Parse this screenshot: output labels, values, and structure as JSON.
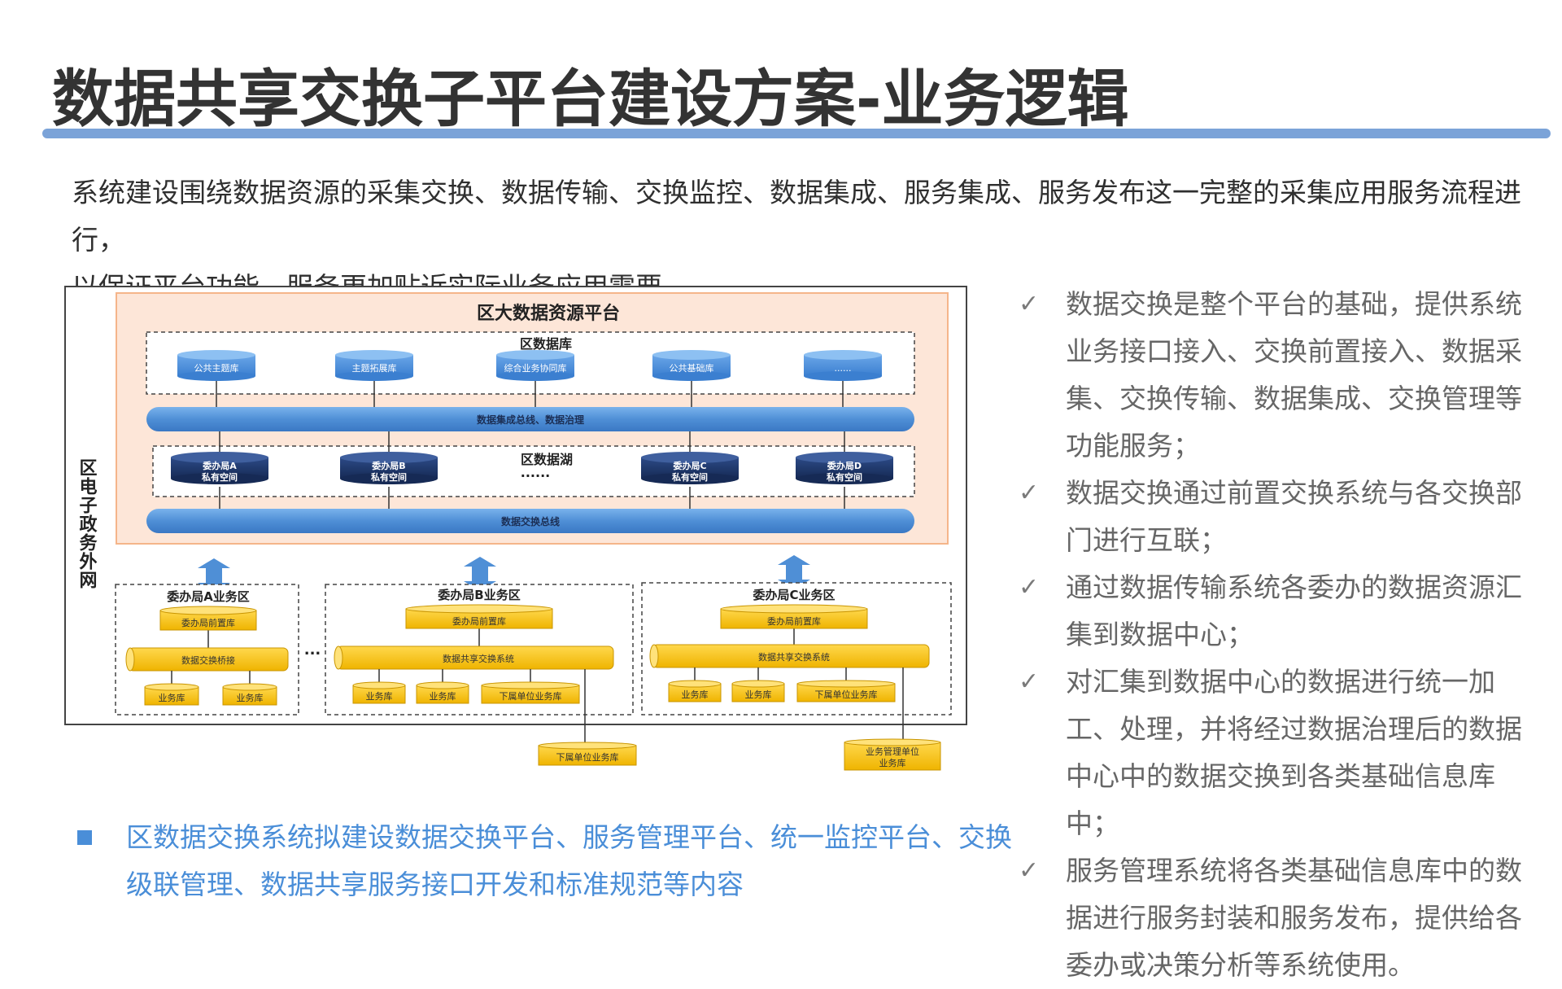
{
  "page": {
    "title": "数据共享交换子平台建设方案-业务逻辑",
    "intro_line1": "系统建设围绕数据资源的采集交换、数据传输、交换监控、数据集成、服务集成、服务发布这一完整的采集应用服务流程进行，",
    "intro_line2": "以保证平台功能、服务更加贴近实际业务应用需要。",
    "bottom_note": "区数据交换系统拟建设数据交换平台、服务管理平台、统一监控平台、交换级联管理、数据共享服务接口开发和标准规范等内容"
  },
  "bullets": [
    "数据交换是整个平台的基础，提供系统业务接口接入、交换前置接入、数据采集、交换传输、数据集成、交换管理等功能服务；",
    "数据交换通过前置交换系统与各交换部门进行互联；",
    "通过数据传输系统各委办的数据资源汇集到数据中心；",
    "对汇集到数据中心的数据进行统一加工、处理，并将经过数据治理后的数据中心中的数据交换到各类基础信息库中；",
    "服务管理系统将各类基础信息库中的数据进行服务封装和服务发布，提供给各委办或决策分析等系统使用。"
  ],
  "diagram": {
    "outer_label": "区电子政务外网",
    "platform_title": "区大数据资源平台",
    "db_zone_title": "区数据库",
    "db_items": [
      "公共主题库",
      "主题拓展库",
      "综合业务协同库",
      "公共基础库",
      "......"
    ],
    "bus1": "数据集成总线、数据治理",
    "lake_title": "区数据湖",
    "lake_dots": "......",
    "lake_items": [
      {
        "line1": "委办局A",
        "line2": "私有空间"
      },
      {
        "line1": "委办局B",
        "line2": "私有空间"
      },
      {
        "line1": "委办局C",
        "line2": "私有空间"
      },
      {
        "line1": "委办局D",
        "line2": "私有空间"
      }
    ],
    "bus2": "数据交换总线",
    "zone_a": {
      "title": "委办局A业务区",
      "front": "委办局前置库",
      "bridge": "数据交换桥接",
      "dbs": [
        "业务库",
        "业务库"
      ]
    },
    "zone_dots": "...",
    "zone_b": {
      "title": "委办局B业务区",
      "front": "委办局前置库",
      "bridge": "数据共享交换系统",
      "dbs": [
        "业务库",
        "业务库",
        "下属单位业务库"
      ],
      "external": "下属单位业务库"
    },
    "zone_c": {
      "title": "委办局C业务区",
      "front": "委办局前置库",
      "bridge": "数据共享交换系统",
      "dbs": [
        "业务库",
        "业务库",
        "下属单位业务库"
      ],
      "external_line1": "业务管理单位",
      "external_line2": "业务库"
    }
  },
  "colors": {
    "accent_blue": "#7ba3d8",
    "note_blue": "#4a8ed8",
    "bus_blue": "#4f8fd6",
    "navy": "#1f3566",
    "gold": "#f6c21a",
    "platform_fill": "#fde6d8",
    "platform_border": "#f5b58a"
  }
}
